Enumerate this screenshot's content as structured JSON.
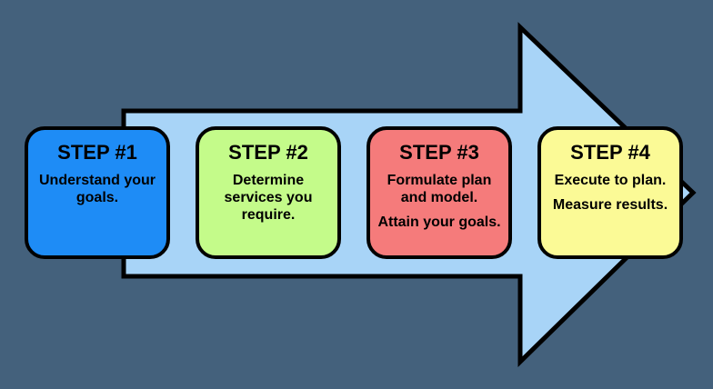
{
  "colors": {
    "background": "#44617c",
    "arrow_fill": "#a8d4f7",
    "arrow_stroke": "#000000"
  },
  "steps": [
    {
      "title": "STEP #1",
      "lines": [
        "Understand your goals."
      ],
      "color": "#1e8cf6"
    },
    {
      "title": "STEP #2",
      "lines": [
        "Determine services you require."
      ],
      "color": "#c4fb8a"
    },
    {
      "title": "STEP #3",
      "lines": [
        "Formulate plan and model.",
        "Attain your goals."
      ],
      "color": "#f57b7b"
    },
    {
      "title": "STEP #4",
      "lines": [
        "Execute to plan.",
        "Measure results."
      ],
      "color": "#fbfa96"
    }
  ]
}
